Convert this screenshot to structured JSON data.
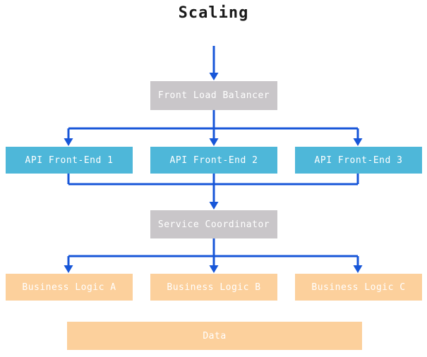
{
  "title": "Scaling",
  "colors": {
    "arrow": "#1756d8",
    "load_balancer_fill": "#c9c6c9",
    "coordinator_fill": "#c9c6c9",
    "api_fill": "#4eb7d9",
    "logic_fill": "#fcd09c",
    "data_fill": "#fcd09c",
    "label_text": "#ffffff",
    "title_text": "#1a1a1a"
  },
  "nodes": {
    "front_load_balancer": {
      "label": "Front Load Balancer"
    },
    "api_front_end_1": {
      "label": "API Front-End 1"
    },
    "api_front_end_2": {
      "label": "API Front-End 2"
    },
    "api_front_end_3": {
      "label": "API Front-End 3"
    },
    "service_coordinator": {
      "label": "Service Coordinator"
    },
    "business_logic_a": {
      "label": "Business Logic A"
    },
    "business_logic_b": {
      "label": "Business Logic B"
    },
    "business_logic_c": {
      "label": "Business Logic C"
    },
    "data_store": {
      "label": "Data"
    }
  },
  "edges": [
    "title -> front_load_balancer",
    "front_load_balancer -> api_front_end_1",
    "front_load_balancer -> api_front_end_2",
    "front_load_balancer -> api_front_end_3",
    "api_front_end_1 -> service_coordinator",
    "api_front_end_2 -> service_coordinator",
    "api_front_end_3 -> service_coordinator",
    "service_coordinator -> business_logic_a",
    "service_coordinator -> business_logic_b",
    "service_coordinator -> business_logic_c"
  ]
}
